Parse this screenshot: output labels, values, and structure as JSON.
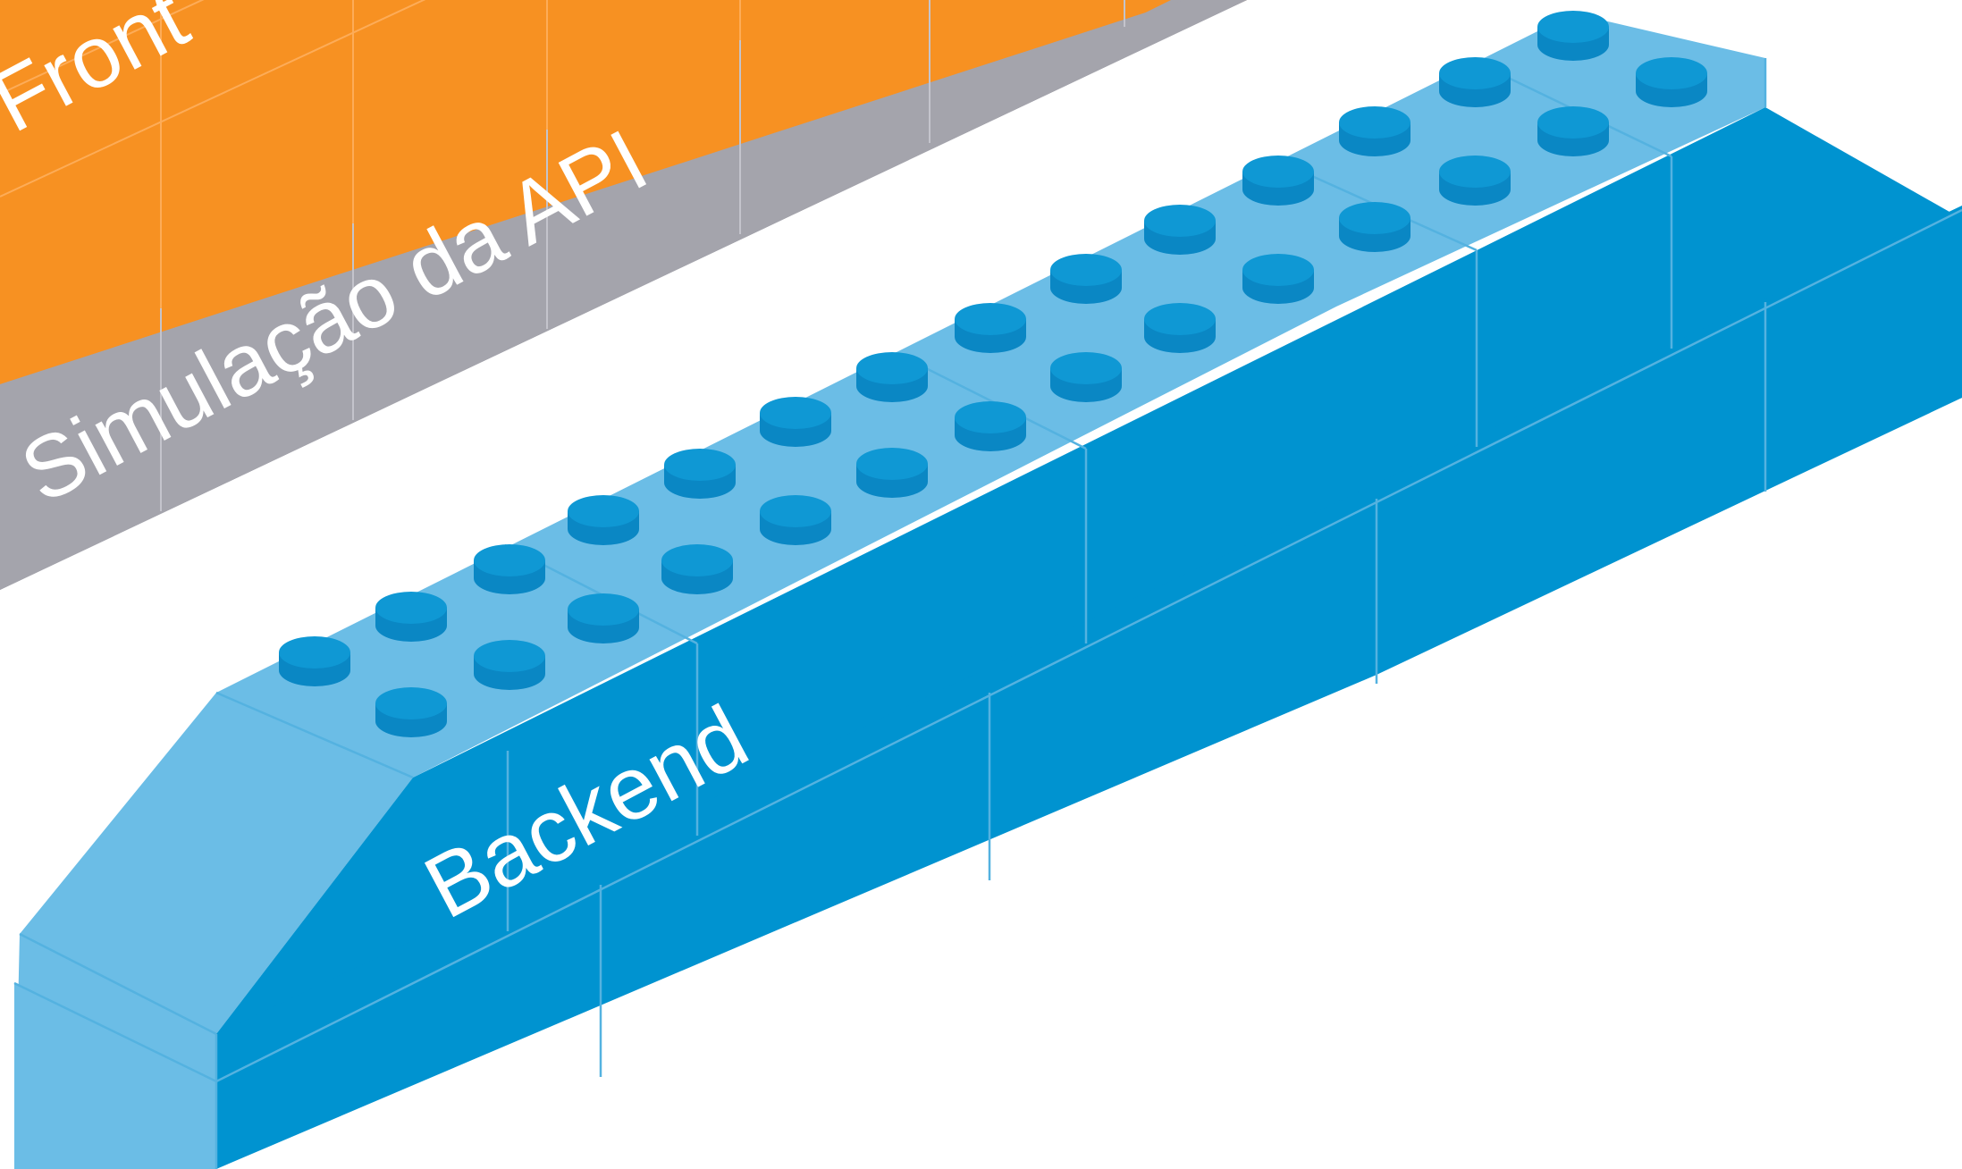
{
  "labels": {
    "frontend": "Front",
    "api_simulation": "Simulação da API",
    "backend": "Backend"
  },
  "colors": {
    "frontend_orange": "#f79122",
    "api_gray": "#a4a4ac",
    "backend_blue_top": "#6bbde6",
    "backend_blue_side": "#0093d0",
    "stud_top": "#0f98d4",
    "text": "#ffffff"
  }
}
